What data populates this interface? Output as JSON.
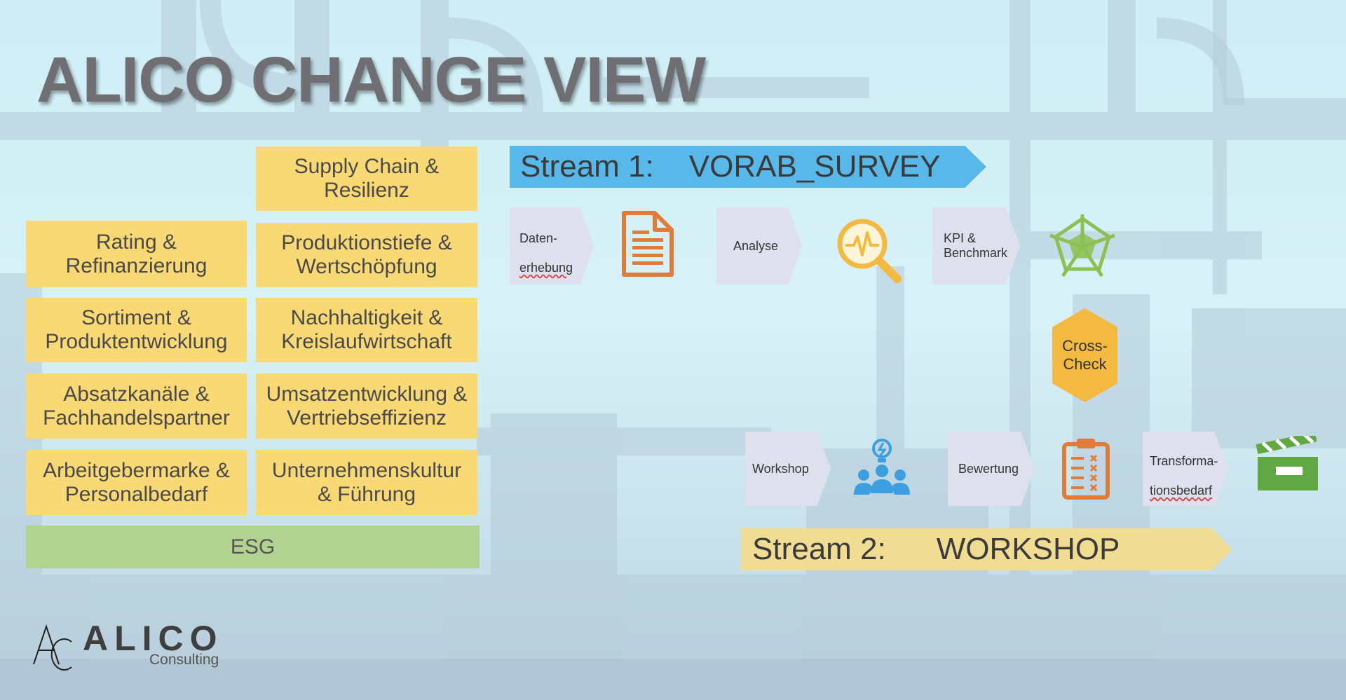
{
  "title": "ALICO CHANGE VIEW",
  "topics": {
    "supply_chain": "Supply Chain &\nResilienz",
    "rating": "Rating &\nRefinanzierung",
    "produktionstiefe": "Produktionstiefe &\nWertschöpfung",
    "sortiment": "Sortiment &\nProduktentwicklung",
    "nachhaltigkeit": "Nachhaltigkeit &\nKreislaufwirtschaft",
    "absatzkanaele": "Absatzkanäle &\nFachhandelspartner",
    "umsatzentwicklung": "Umsatzentwicklung &\nVertriebseffizienz",
    "arbeitgebermarke": "Arbeitgebermarke &\nPersonalbedarf",
    "unternehmenskultur": "Unternehmenskultur\n& Führung",
    "esg": "ESG"
  },
  "stream1": {
    "label": "Stream 1:",
    "name": "VORAB_SURVEY",
    "steps": {
      "datenerhebung_line1": "Daten-",
      "datenerhebung_line2": "erhebung",
      "analyse": "Analyse",
      "kpi": "KPI &\nBenchmark"
    },
    "icons": [
      "document-icon",
      "magnifier-pulse-icon",
      "radar-chart-icon"
    ]
  },
  "crosscheck": "Cross-\nCheck",
  "stream2": {
    "label": "Stream 2:",
    "name": "WORKSHOP",
    "steps": {
      "workshop": "Workshop",
      "bewertung": "Bewertung",
      "transformation_line1": "Transforma-",
      "transformation_line2": "tionsbedarf"
    },
    "icons": [
      "team-idea-icon",
      "clipboard-checklist-icon",
      "clapperboard-icon"
    ]
  },
  "logo": {
    "mark": "AC",
    "name": "ALICO",
    "sub": "Consulting"
  },
  "colors": {
    "topic_yellow": "#f9d876",
    "esg_green": "#b2d38f",
    "stream1_blue": "#59b8ea",
    "stream2_yellow": "#f1dc93",
    "step_grey": "#dfe0ee",
    "icon_orange": "#e07b39",
    "icon_yellow": "#f4b940",
    "icon_green": "#8cc152",
    "icon_blue": "#3d9fe0",
    "crosscheck_orange": "#f4b940"
  }
}
